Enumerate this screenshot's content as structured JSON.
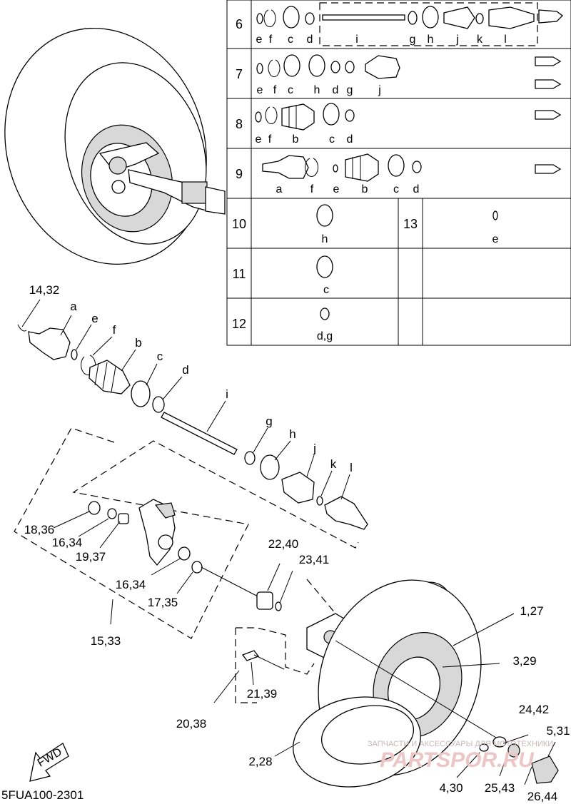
{
  "diagram_code": "5FUA100-2301",
  "fwd_label": "FWD",
  "watermark": {
    "line1": "ЗАПЧАСТИ И АКСЕССУАРЫ ДЛЯ МОТОТЕХНИКИ",
    "logo": "PARTSPOR.RU"
  },
  "table": {
    "rows": [
      {
        "num": "6",
        "letters": [
          "e",
          "f",
          "c",
          "d",
          "i",
          "g",
          "h",
          "j",
          "k",
          "l"
        ]
      },
      {
        "num": "7",
        "letters": [
          "e",
          "f",
          "c",
          "h",
          "d",
          "g",
          "j"
        ]
      },
      {
        "num": "8",
        "letters": [
          "e",
          "f",
          "b",
          "c",
          "d"
        ]
      },
      {
        "num": "9",
        "letters": [
          "a",
          "f",
          "e",
          "b",
          "c",
          "d"
        ]
      },
      {
        "num": "10",
        "letters": [
          "h"
        ],
        "num2": "13",
        "letters2": [
          "e"
        ]
      },
      {
        "num": "11",
        "letters": [
          "c"
        ]
      },
      {
        "num": "12",
        "letters": [
          "d,g"
        ]
      }
    ]
  },
  "callouts": {
    "c14_32": "14,32",
    "a": "a",
    "e": "e",
    "f": "f",
    "b": "b",
    "c": "c",
    "d": "d",
    "i": "i",
    "g": "g",
    "h": "h",
    "j": "j",
    "k": "k",
    "l": "l",
    "c18_36": "18,36",
    "c16_34a": "16,34",
    "c19_37": "19,37",
    "c16_34b": "16,34",
    "c17_35": "17,35",
    "c15_33": "15,33",
    "c22_40": "22,40",
    "c23_41": "23,41",
    "c1_27": "1,27",
    "c3_29": "3,29",
    "c21_39": "21,39",
    "c20_38": "20,38",
    "c24_42": "24,42",
    "c5_31": "5,31",
    "c2_28": "2,28",
    "c4_30": "4,30",
    "c25_43": "25,43",
    "c26_44": "26,44"
  }
}
